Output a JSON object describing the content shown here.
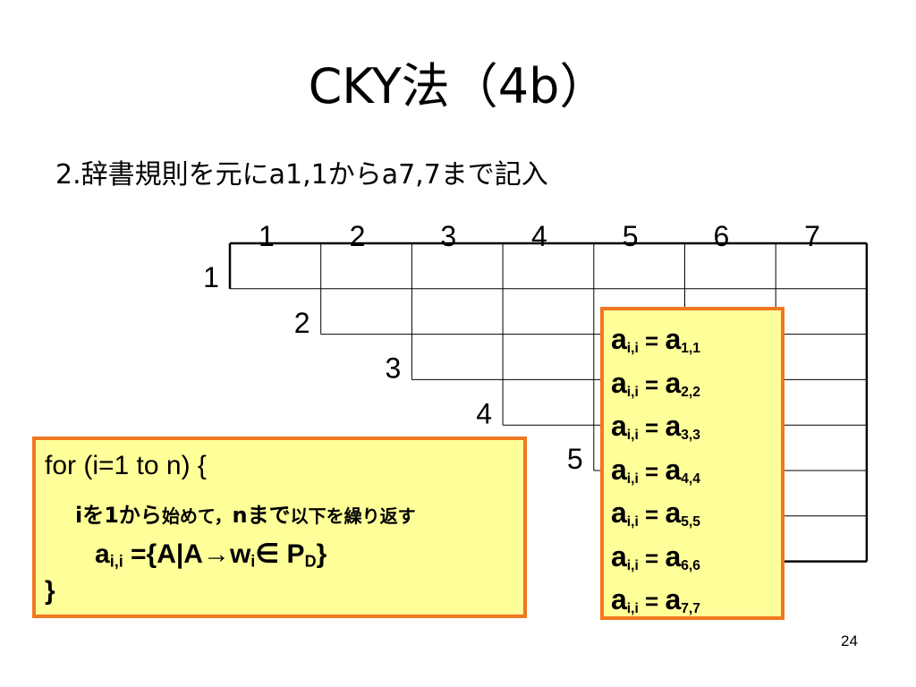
{
  "title": "CKY法（4b）",
  "subtitle": "2.辞書規則を元にa1,1からa7,7まで記入",
  "grid": {
    "column_labels": [
      "1",
      "2",
      "3",
      "4",
      "5",
      "6",
      "7"
    ],
    "row_labels": [
      "1",
      "2",
      "3",
      "4",
      "5"
    ]
  },
  "code_box": {
    "line1": "for   (i=1   to   n) {",
    "line2_a": "iを1から",
    "line2_b": "始めて，",
    "line2_c": "nまで",
    "line2_d": "以下を繰り返す",
    "line3": {
      "var": "a",
      "var_sub": "i,i",
      "expr": " ={A|A→w",
      "expr_sub": "i",
      "in": "∈ P",
      "set_sub": "D",
      "close": "}"
    },
    "line4": "}"
  },
  "diagonal_box": {
    "lhs": "a",
    "lhs_sub": "i,i",
    "equals": " = ",
    "rhs": "a",
    "rhs_subs": [
      "1,1",
      "2,2",
      "3,3",
      "4,4",
      "5,5",
      "6,6",
      "7,7"
    ]
  },
  "page_number": "24"
}
